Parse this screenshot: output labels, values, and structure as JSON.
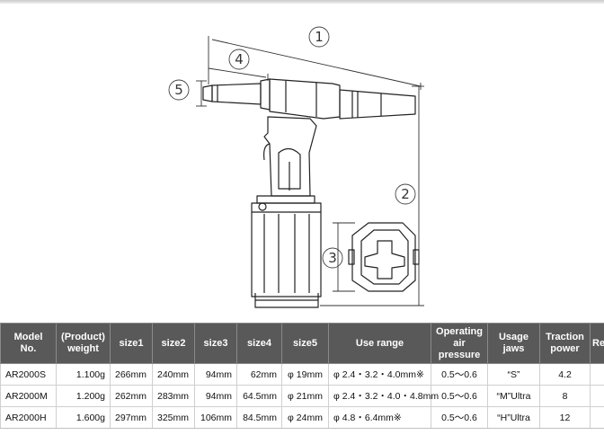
{
  "callouts": [
    "1",
    "2",
    "3",
    "4",
    "5"
  ],
  "table": {
    "headers": [
      "Model\nNo.",
      "(Product)\nweight",
      "size1",
      "size2",
      "size3",
      "size4",
      "size5",
      "Use range",
      "Operating\nair\npressure",
      "Usage\njaws",
      "Traction\npower",
      "Re"
    ],
    "rows": [
      [
        "AR2000S",
        "1.100g",
        "266mm",
        "240mm",
        "94mm",
        "62mm",
        "φ 19mm",
        "φ 2.4・3.2・4.0mm※",
        "0.5〜0.6",
        "“S”",
        "4.2",
        ""
      ],
      [
        "AR2000M",
        "1.200g",
        "262mm",
        "283mm",
        "94mm",
        "64.5mm",
        "φ 21mm",
        "φ 2.4・3.2・4.0・4.8mm",
        "0.5〜0.6",
        "“M”Ultra",
        "8",
        ""
      ],
      [
        "AR2000H",
        "1.600g",
        "297mm",
        "325mm",
        "106mm",
        "84.5mm",
        "φ 24mm",
        "φ 4.8・6.4mm※",
        "0.5〜0.6",
        "“H”Ultra",
        "12",
        ""
      ]
    ]
  }
}
